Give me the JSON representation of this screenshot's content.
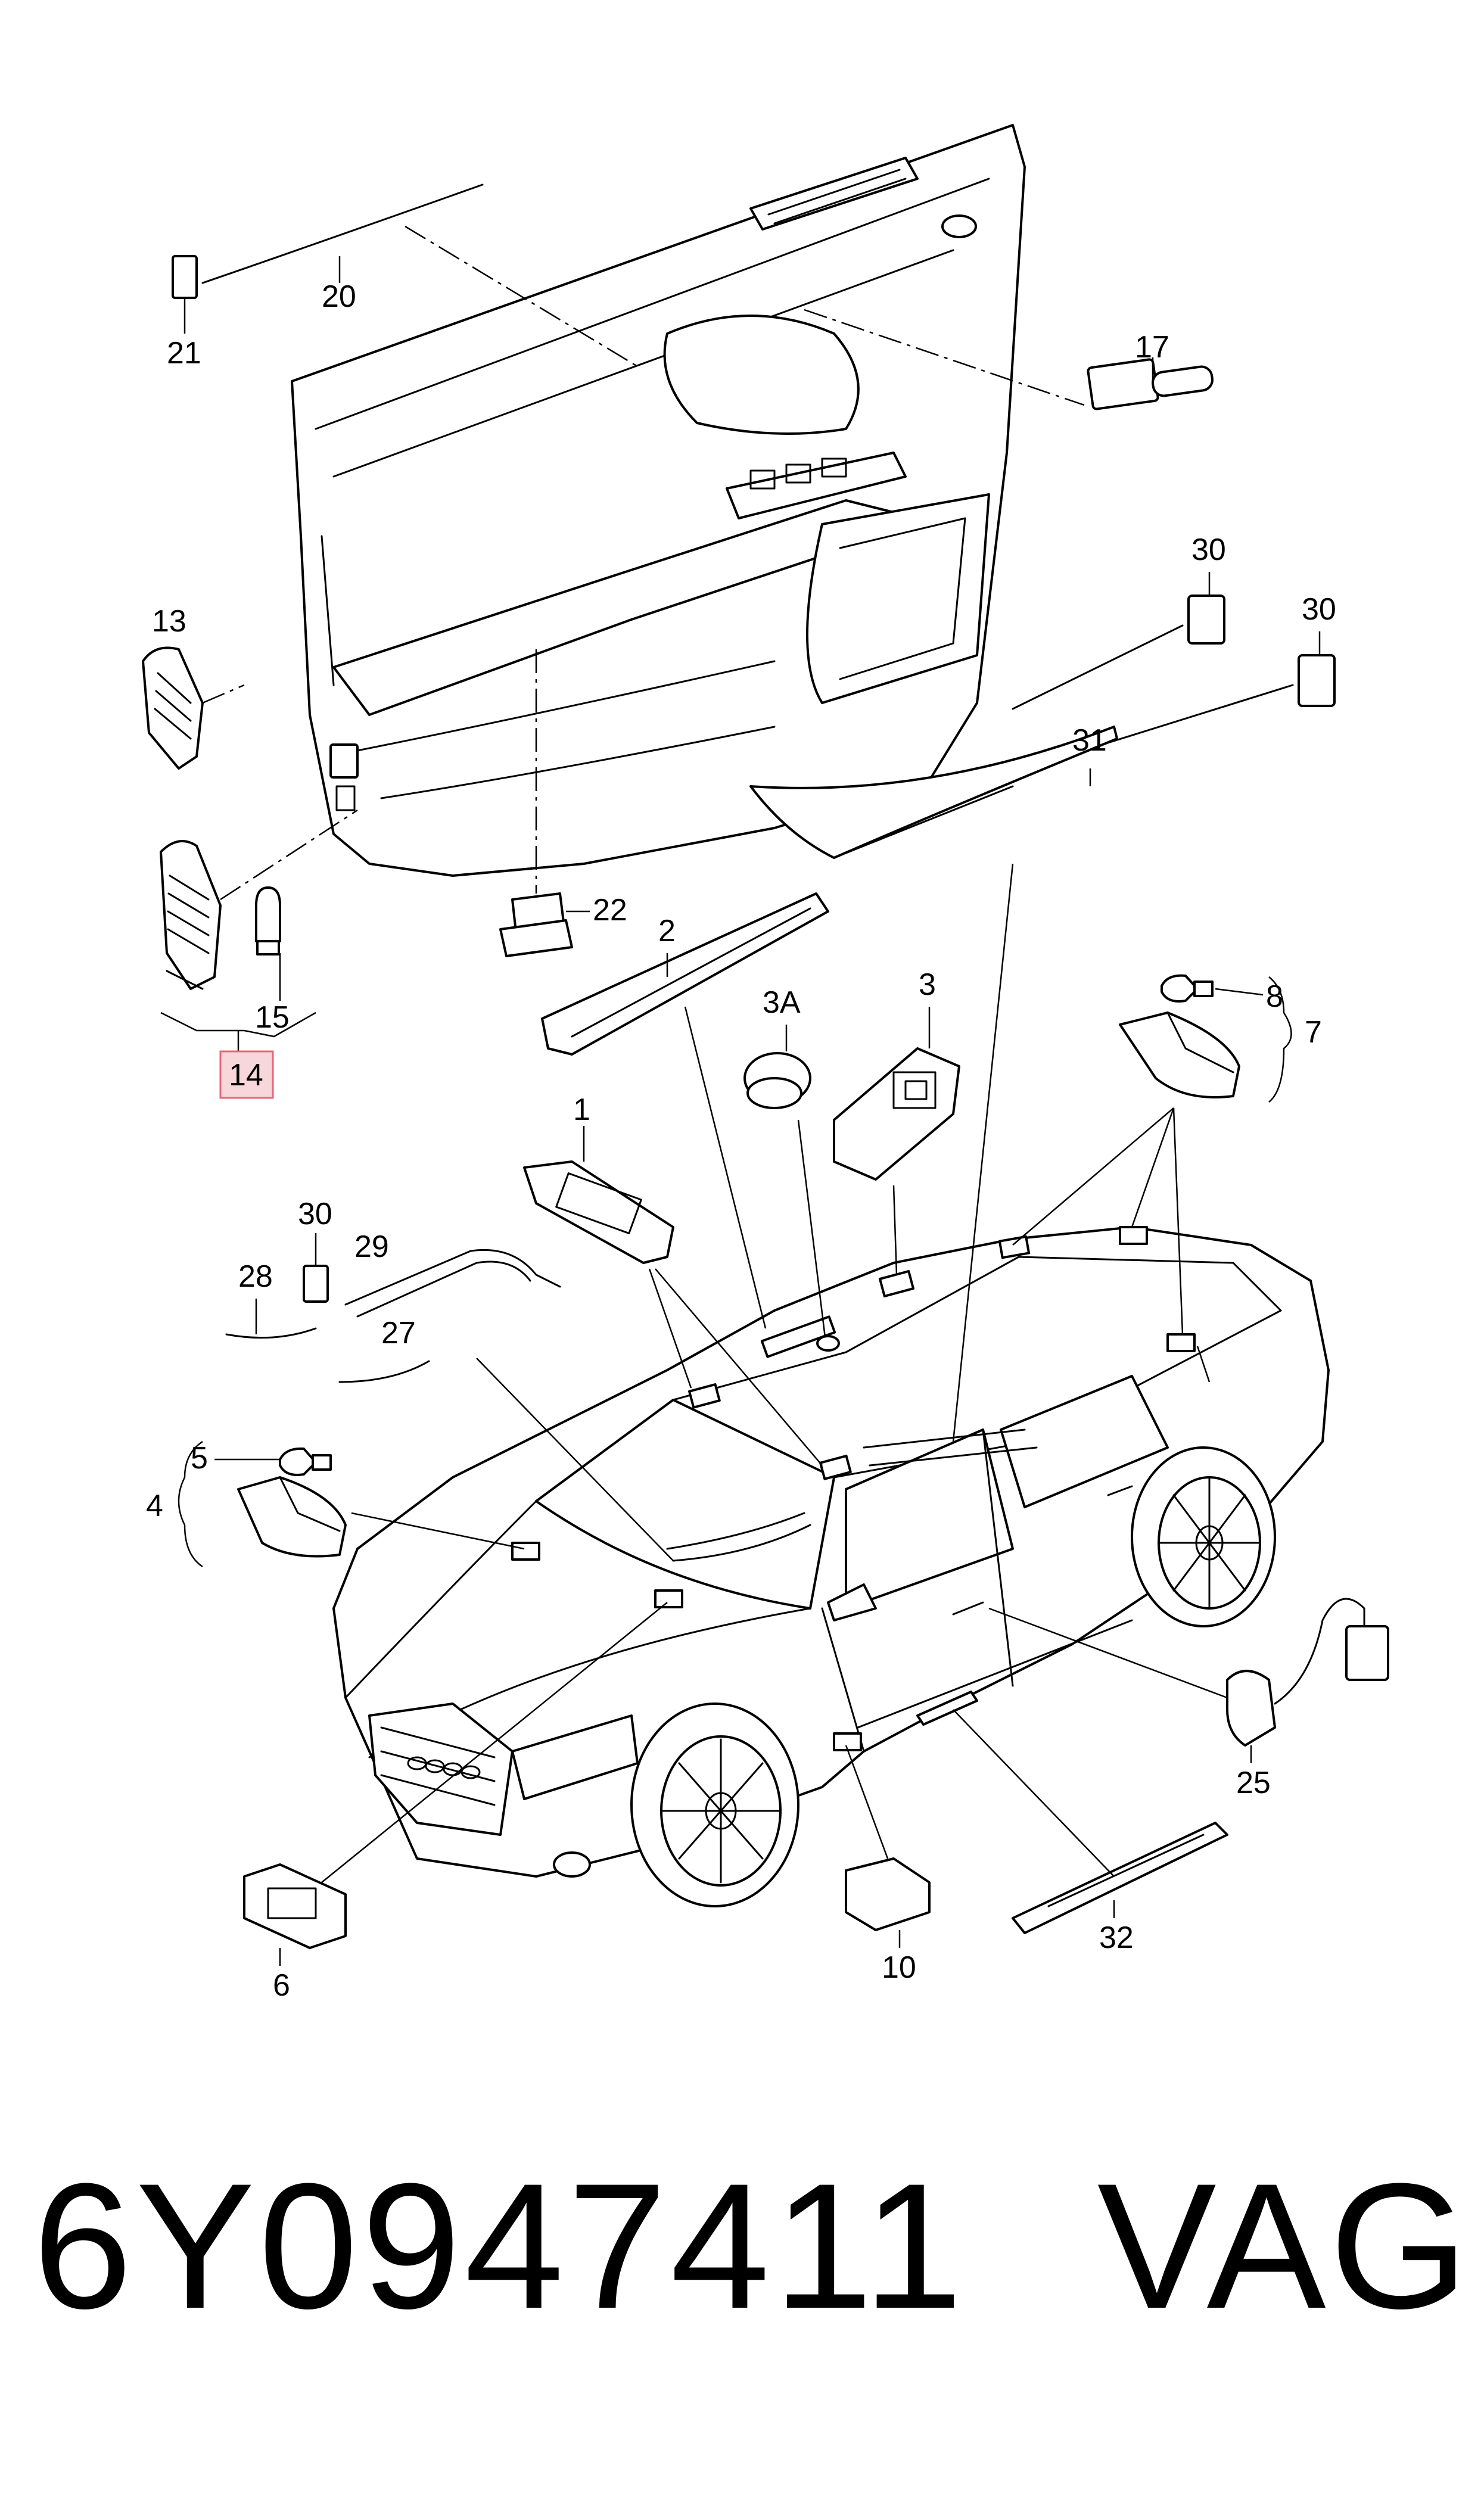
{
  "callouts": {
    "c20": "20",
    "c21": "21",
    "c17": "17",
    "c13": "13",
    "c30a": "30",
    "c30b": "30",
    "c31": "31",
    "c22": "22",
    "c2": "2",
    "c15": "15",
    "c14": "14",
    "c3a": "3A",
    "c3": "3",
    "c8": "8",
    "c7": "7",
    "c1": "1",
    "c30c": "30",
    "c29": "29",
    "c28": "28",
    "c27": "27",
    "c5": "5",
    "c4": "4",
    "c25": "25",
    "c6": "6",
    "c32": "32",
    "c10": "10"
  },
  "footer": {
    "part_number": "6Y0947411",
    "brand": "VAG"
  },
  "colors": {
    "highlight_fill": "#f8d7da",
    "highlight_stroke": "#e8647a",
    "line": "#000000"
  }
}
